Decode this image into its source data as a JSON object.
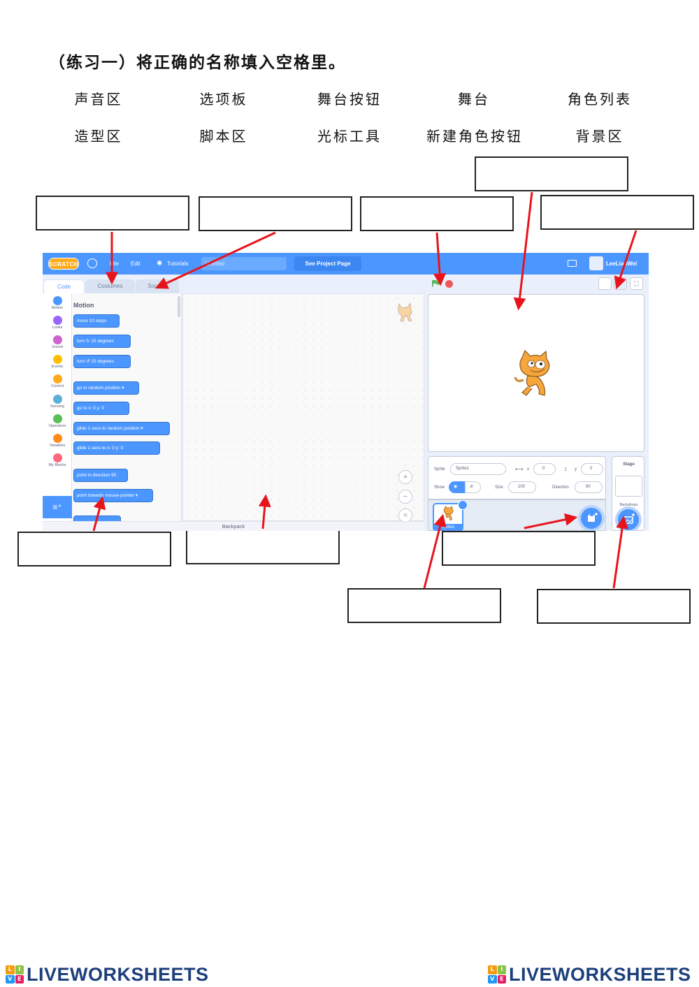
{
  "worksheet": {
    "title": "（练习一）将正确的名称填入空格里。",
    "word_bank": [
      "声音区",
      "选项板",
      "舞台按钮",
      "舞台",
      "角色列表",
      "造型区",
      "脚本区",
      "光标工具",
      "新建角色按钮",
      "背景区"
    ]
  },
  "scratch": {
    "menu": {
      "logo": "SCRATCH",
      "file": "File",
      "edit": "Edit",
      "tutorials": "Tutorials",
      "project_title": "Untitled",
      "see_project": "See Project Page",
      "user": "LeeLianWei"
    },
    "tabs": {
      "code": "Code",
      "costumes": "Costumes",
      "sounds": "Sounds"
    },
    "categories": [
      {
        "label": "Motion",
        "color": "#4c97ff"
      },
      {
        "label": "Looks",
        "color": "#9966ff"
      },
      {
        "label": "Sound",
        "color": "#cf63cf"
      },
      {
        "label": "Events",
        "color": "#ffbf00"
      },
      {
        "label": "Control",
        "color": "#ffab19"
      },
      {
        "label": "Sensing",
        "color": "#5cb1d6"
      },
      {
        "label": "Operators",
        "color": "#59c059"
      },
      {
        "label": "Variables",
        "color": "#ff8c1a"
      },
      {
        "label": "My Blocks",
        "color": "#ff6680"
      }
    ],
    "palette_title": "Motion",
    "blocks": [
      "move 10 steps",
      "turn ↻ 15 degrees",
      "turn ↺ 15 degrees",
      "go to random position ▾",
      "go to x: 0 y: 0",
      "glide 1 secs to random position ▾",
      "glide 1 secs to x: 0 y: 0",
      "point in direction 90",
      "point towards mouse-pointer ▾"
    ],
    "backpack": "Backpack",
    "sprite_info": {
      "sprite_label": "Sprite",
      "sprite_name": "Sprite1",
      "x_label": "x",
      "x": "0",
      "y_label": "y",
      "y": "0",
      "show_label": "Show",
      "size_label": "Size",
      "size": "100",
      "direction_label": "Direction",
      "direction": "90"
    },
    "sprite_thumb_name": "Sprite1",
    "stage_panel": {
      "label": "Stage",
      "backdrops": "Backdrops"
    }
  },
  "colors": {
    "scratch_blue": "#4c97ff",
    "arrow_red": "#e8141b"
  },
  "icons": [
    "globe-icon",
    "lightbulb-icon",
    "folder-icon",
    "green-flag-icon",
    "stop-icon",
    "zoom-in-icon",
    "zoom-out-icon",
    "zoom-reset-icon",
    "trash-icon",
    "add-sprite-icon",
    "add-backdrop-icon",
    "extension-icon",
    "eye-icon"
  ],
  "footer": {
    "brand": "LIVEWORKSHEETS"
  }
}
